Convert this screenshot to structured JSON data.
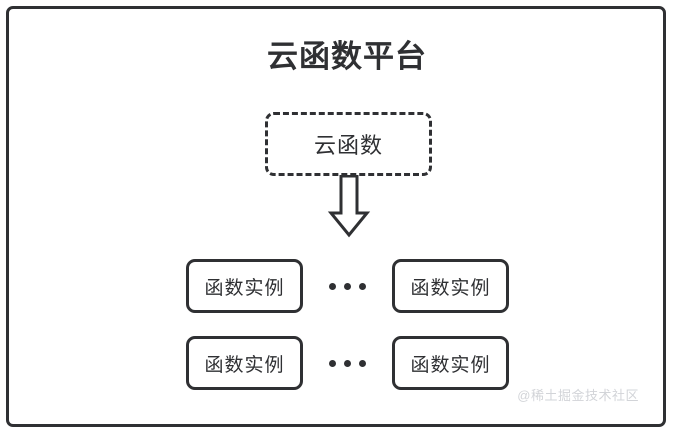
{
  "diagram": {
    "title": "云函数平台",
    "cloud_function": {
      "label": "云函数",
      "border_style": "dashed"
    },
    "arrow": {
      "name": "down-block-arrow",
      "direction": "down"
    },
    "instance_rows": [
      {
        "left_label": "函数实例",
        "ellipsis": "•••",
        "right_label": "函数实例"
      },
      {
        "left_label": "函数实例",
        "ellipsis": "•••",
        "right_label": "函数实例"
      }
    ],
    "watermark": "@稀土掘金技术社区",
    "colors": {
      "stroke": "#2f3033",
      "background": "#ffffff",
      "watermark": "#d2d4d8"
    }
  }
}
